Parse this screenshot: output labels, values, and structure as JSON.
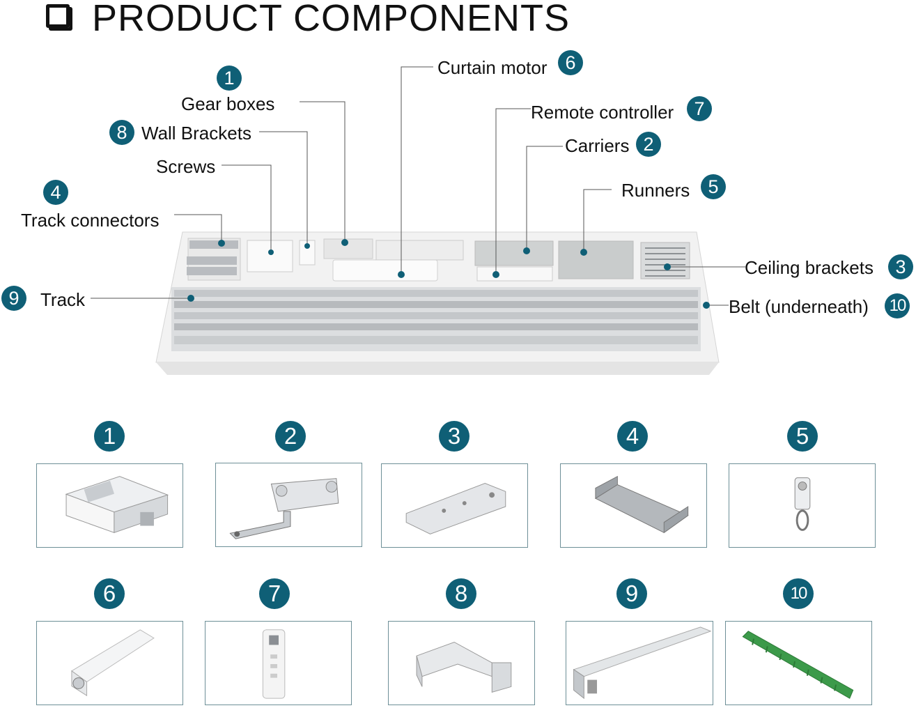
{
  "title": "PRODUCT COMPONENTS",
  "callouts": {
    "gear_boxes": {
      "label": "Gear boxes",
      "num": "1"
    },
    "wall_brackets": {
      "label": "Wall Brackets",
      "num": "8"
    },
    "screws": {
      "label": "Screws"
    },
    "track_connectors": {
      "label": "Track connectors",
      "num": "4"
    },
    "track": {
      "label": "Track",
      "num": "9"
    },
    "curtain_motor": {
      "label": "Curtain motor",
      "num": "6"
    },
    "remote_controller": {
      "label": "Remote controller",
      "num": "7"
    },
    "carriers": {
      "label": "Carriers",
      "num": "2"
    },
    "runners": {
      "label": "Runners",
      "num": "5"
    },
    "ceiling_brackets": {
      "label": "Ceiling brackets",
      "num": "3"
    },
    "belt": {
      "label": "Belt (underneath)",
      "num": "10"
    }
  },
  "tiles": [
    {
      "num": "1",
      "icon": "gear-box-icon"
    },
    {
      "num": "2",
      "icon": "carrier-icon"
    },
    {
      "num": "3",
      "icon": "ceiling-bracket-icon"
    },
    {
      "num": "4",
      "icon": "track-connector-icon"
    },
    {
      "num": "5",
      "icon": "runner-icon"
    },
    {
      "num": "6",
      "icon": "curtain-motor-icon"
    },
    {
      "num": "7",
      "icon": "remote-controller-icon"
    },
    {
      "num": "8",
      "icon": "wall-bracket-icon"
    },
    {
      "num": "9",
      "icon": "track-icon"
    },
    {
      "num": "10",
      "icon": "belt-icon"
    }
  ],
  "colors": {
    "badge": "#0f5f76",
    "tile_border": "#6d8f97",
    "belt": "#3c9a4a"
  }
}
